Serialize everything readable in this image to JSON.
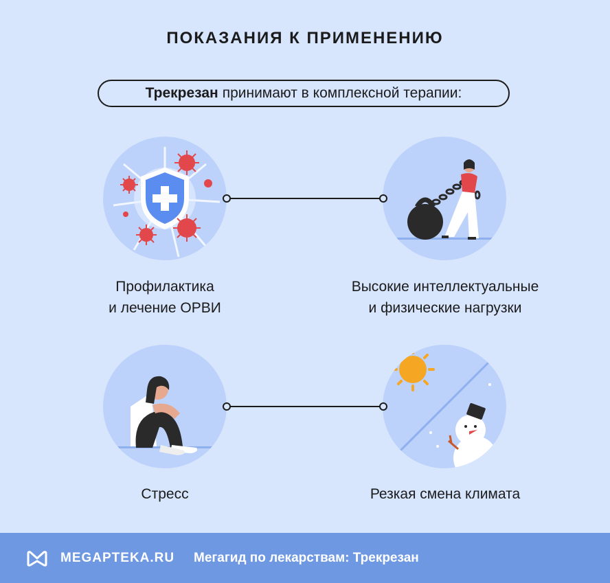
{
  "header": {
    "title": "ПОКАЗАНИЯ К ПРИМЕНЕНИЮ",
    "subtitle_bold": "Трекрезан",
    "subtitle_rest": "принимают в комплексной терапии:"
  },
  "indications": [
    {
      "caption_line1": "Профилактика",
      "caption_line2": "и лечение ОРВИ",
      "icon": "shield-virus-icon"
    },
    {
      "caption_line1": "Высокие интеллектуальные",
      "caption_line2": "и физические нагрузки",
      "icon": "kettlebell-chain-woman-icon"
    },
    {
      "caption_line1": "Стресс",
      "caption_line2": "",
      "icon": "stressed-person-icon"
    },
    {
      "caption_line1": "Резкая смена климата",
      "caption_line2": "",
      "icon": "sun-snowman-icon"
    }
  ],
  "footer": {
    "brand": "MEGAPTEKA.RU",
    "guide": "Мегагид по лекарствам: Трекрезан"
  },
  "colors": {
    "background": "#d7e5fd",
    "circle": "#bcd2fb",
    "footer": "#6f98e2",
    "virus": "#e2474b",
    "shield": "#5b8cef"
  }
}
